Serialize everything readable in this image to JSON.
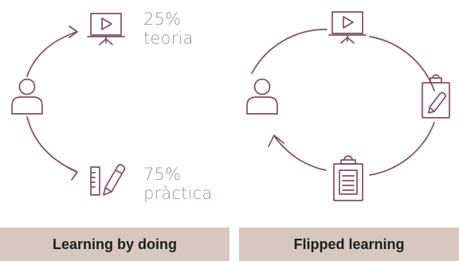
{
  "colors": {
    "stroke": "#7c4e68",
    "stat_text": "#a78c99",
    "label_bg": "#d6c8bf",
    "label_text": "#1e1e1e"
  },
  "left_diagram": {
    "top_stat": {
      "percent": "25%",
      "word": "teoria"
    },
    "bottom_stat": {
      "percent": "75%",
      "word": "pràctica"
    },
    "label": "Learning by doing",
    "icons": [
      "student-icon",
      "presentation-board-icon",
      "ruler-pencil-icon"
    ]
  },
  "right_diagram": {
    "label": "Flipped learning",
    "icons": [
      "presentation-board-icon",
      "clipboard-pencil-icon",
      "clipboard-document-icon",
      "student-icon"
    ]
  }
}
